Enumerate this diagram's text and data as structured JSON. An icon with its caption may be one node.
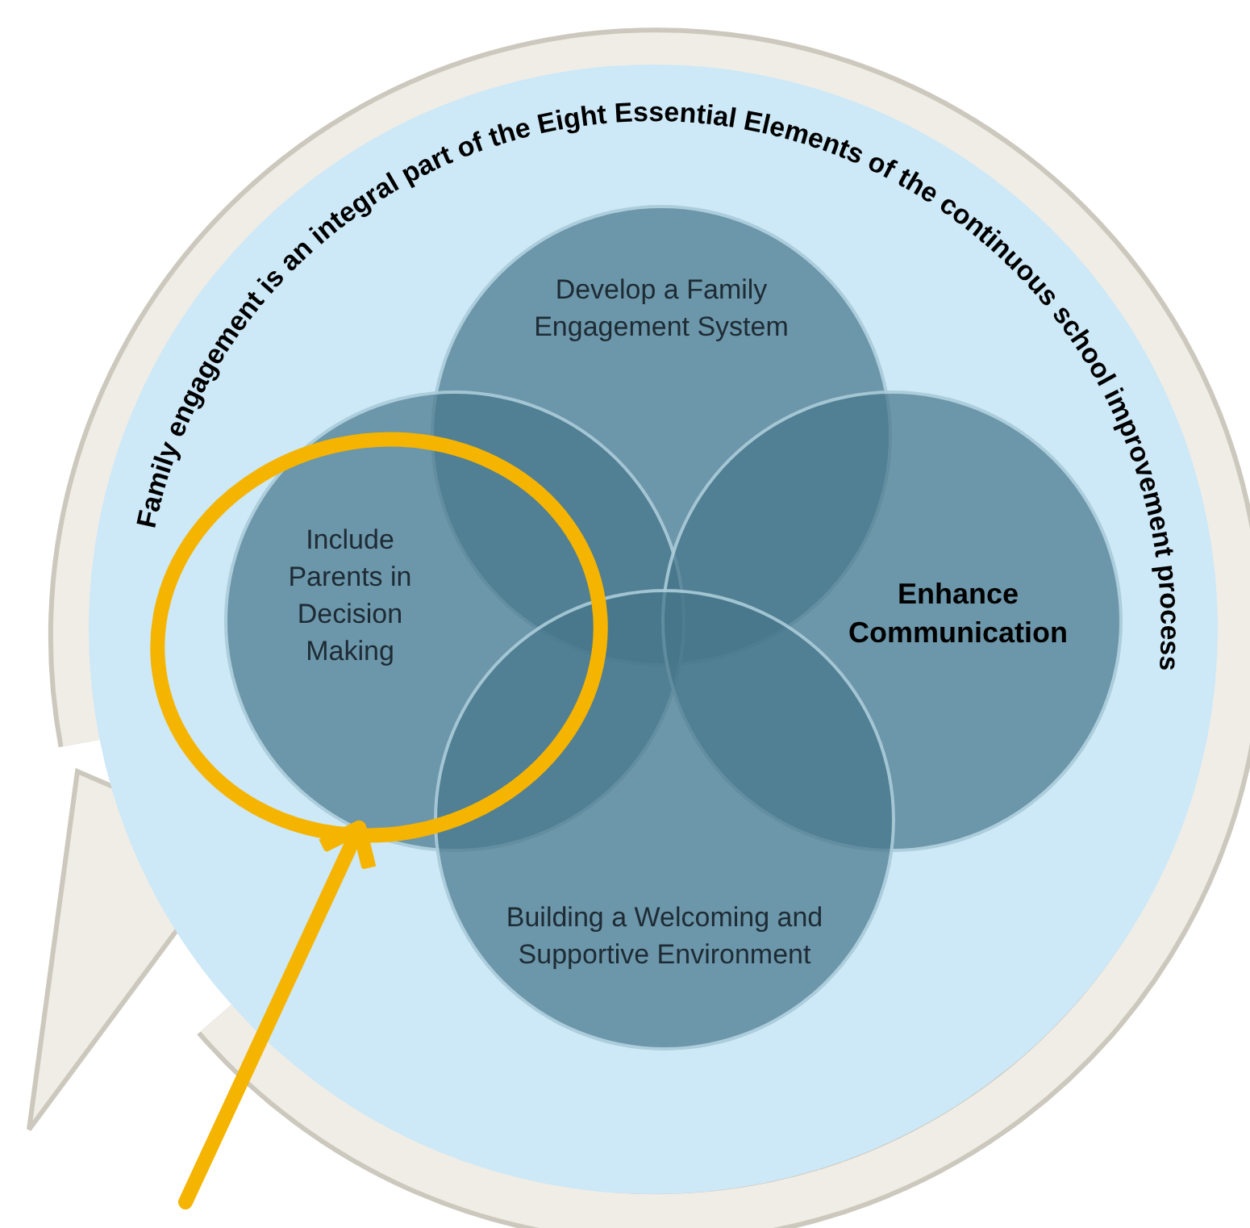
{
  "diagram": {
    "nodes": [
      {
        "text": [],
        "shape": "circle"
      },
      {
        "text": [
          "Develop a Family Engagement System"
        ],
        "in": 0
      },
      {
        "text": [
          "Include Parents in Decision Making"
        ],
        "in": 0
      },
      {
        "text": [
          "Enhance Communication"
        ],
        "in": 0
      },
      {
        "text": [
          "Building a Welcoming and Supportive Environment"
        ],
        "in": 0
      }
    ],
    "edges": [
      {
        "from": null,
        "to": 2,
        "arrow": "to",
        "color": "#f5b400"
      }
    ],
    "labels": [
      "Family engagement is an integral part of the Eight Essential Elements of the continuous school improvement process"
    ]
  }
}
